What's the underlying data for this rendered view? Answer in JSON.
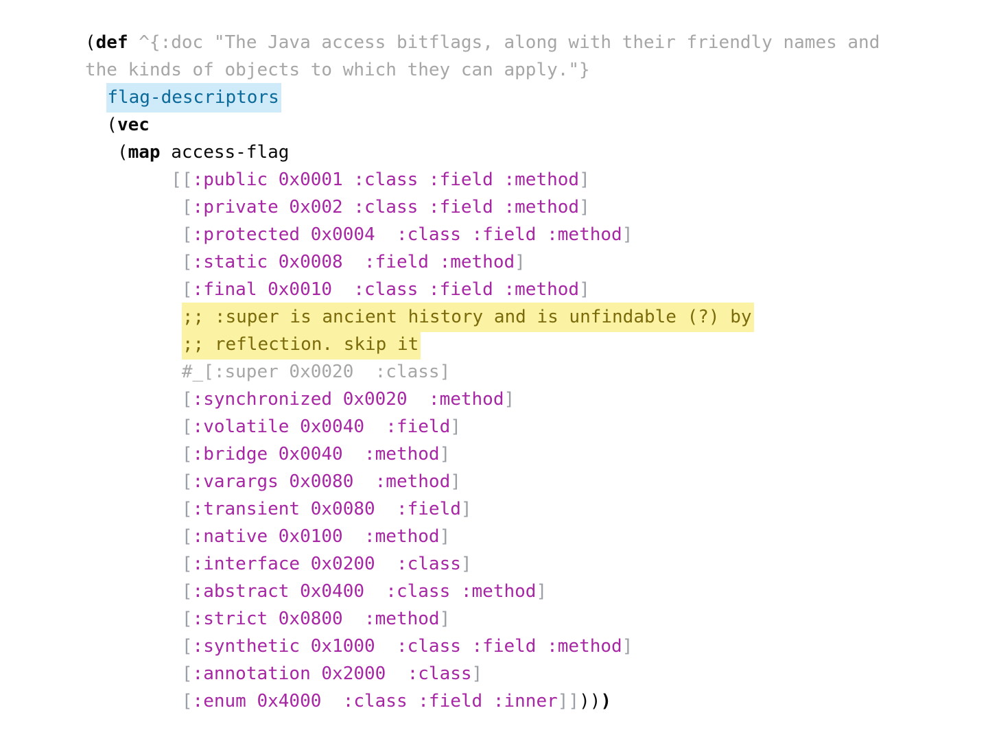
{
  "colors": {
    "page-bg": "#ffffff",
    "code-plain": "#0a0a0a",
    "code-meta": "#a6a6a6",
    "code-bracket": "#9aa0a6",
    "code-keyword": "#a626a4",
    "code-comment": "#7a6a0b",
    "comment-highlight-bg": "#fbf3a3",
    "defname-text": "#0b6a99",
    "defname-highlight-bg": "#cfeaf9"
  },
  "code": {
    "language": "clojure",
    "lines": [
      [
        {
          "t": "(",
          "s": "plain"
        },
        {
          "t": "def",
          "s": "bold"
        },
        {
          "t": " ",
          "s": "plain"
        },
        {
          "t": "^{:doc \"The Java access bitflags, along with their friendly names and",
          "s": "meta"
        }
      ],
      [
        {
          "t": "the kinds of objects to which they can apply.\"}",
          "s": "meta"
        }
      ],
      [
        {
          "t": "  ",
          "s": "plain"
        },
        {
          "t": "flag-descriptors",
          "s": "defname"
        }
      ],
      [
        {
          "t": "  (",
          "s": "plain"
        },
        {
          "t": "vec",
          "s": "bold"
        }
      ],
      [
        {
          "t": "   (",
          "s": "plain"
        },
        {
          "t": "map",
          "s": "bold"
        },
        {
          "t": " access-flag",
          "s": "plain"
        }
      ],
      [
        {
          "t": "        ",
          "s": "plain"
        },
        {
          "t": "[[",
          "s": "bracket"
        },
        {
          "t": ":public 0x0001 :class :field :method",
          "s": "keyword"
        },
        {
          "t": "]",
          "s": "bracket"
        }
      ],
      [
        {
          "t": "         ",
          "s": "plain"
        },
        {
          "t": "[",
          "s": "bracket"
        },
        {
          "t": ":private 0x002 :class :field :method",
          "s": "keyword"
        },
        {
          "t": "]",
          "s": "bracket"
        }
      ],
      [
        {
          "t": "         ",
          "s": "plain"
        },
        {
          "t": "[",
          "s": "bracket"
        },
        {
          "t": ":protected 0x0004  :class :field :method",
          "s": "keyword"
        },
        {
          "t": "]",
          "s": "bracket"
        }
      ],
      [
        {
          "t": "         ",
          "s": "plain"
        },
        {
          "t": "[",
          "s": "bracket"
        },
        {
          "t": ":static 0x0008  :field :method",
          "s": "keyword"
        },
        {
          "t": "]",
          "s": "bracket"
        }
      ],
      [
        {
          "t": "         ",
          "s": "plain"
        },
        {
          "t": "[",
          "s": "bracket"
        },
        {
          "t": ":final 0x0010  :class :field :method",
          "s": "keyword"
        },
        {
          "t": "]",
          "s": "bracket"
        }
      ],
      [
        {
          "t": "         ",
          "s": "plain"
        },
        {
          "t": ";; :super is ancient history and is unfindable (?) by",
          "s": "comment"
        }
      ],
      [
        {
          "t": "         ",
          "s": "plain"
        },
        {
          "t": ";; reflection. skip it",
          "s": "comment"
        }
      ],
      [
        {
          "t": "         ",
          "s": "plain"
        },
        {
          "t": "#_[:super 0x0020  :class]",
          "s": "discard"
        }
      ],
      [
        {
          "t": "         ",
          "s": "plain"
        },
        {
          "t": "[",
          "s": "bracket"
        },
        {
          "t": ":synchronized 0x0020  :method",
          "s": "keyword"
        },
        {
          "t": "]",
          "s": "bracket"
        }
      ],
      [
        {
          "t": "         ",
          "s": "plain"
        },
        {
          "t": "[",
          "s": "bracket"
        },
        {
          "t": ":volatile 0x0040  :field",
          "s": "keyword"
        },
        {
          "t": "]",
          "s": "bracket"
        }
      ],
      [
        {
          "t": "         ",
          "s": "plain"
        },
        {
          "t": "[",
          "s": "bracket"
        },
        {
          "t": ":bridge 0x0040  :method",
          "s": "keyword"
        },
        {
          "t": "]",
          "s": "bracket"
        }
      ],
      [
        {
          "t": "         ",
          "s": "plain"
        },
        {
          "t": "[",
          "s": "bracket"
        },
        {
          "t": ":varargs 0x0080  :method",
          "s": "keyword"
        },
        {
          "t": "]",
          "s": "bracket"
        }
      ],
      [
        {
          "t": "         ",
          "s": "plain"
        },
        {
          "t": "[",
          "s": "bracket"
        },
        {
          "t": ":transient 0x0080  :field",
          "s": "keyword"
        },
        {
          "t": "]",
          "s": "bracket"
        }
      ],
      [
        {
          "t": "         ",
          "s": "plain"
        },
        {
          "t": "[",
          "s": "bracket"
        },
        {
          "t": ":native 0x0100  :method",
          "s": "keyword"
        },
        {
          "t": "]",
          "s": "bracket"
        }
      ],
      [
        {
          "t": "         ",
          "s": "plain"
        },
        {
          "t": "[",
          "s": "bracket"
        },
        {
          "t": ":interface 0x0200  :class",
          "s": "keyword"
        },
        {
          "t": "]",
          "s": "bracket"
        }
      ],
      [
        {
          "t": "         ",
          "s": "plain"
        },
        {
          "t": "[",
          "s": "bracket"
        },
        {
          "t": ":abstract 0x0400  :class :method",
          "s": "keyword"
        },
        {
          "t": "]",
          "s": "bracket"
        }
      ],
      [
        {
          "t": "         ",
          "s": "plain"
        },
        {
          "t": "[",
          "s": "bracket"
        },
        {
          "t": ":strict 0x0800  :method",
          "s": "keyword"
        },
        {
          "t": "]",
          "s": "bracket"
        }
      ],
      [
        {
          "t": "         ",
          "s": "plain"
        },
        {
          "t": "[",
          "s": "bracket"
        },
        {
          "t": ":synthetic 0x1000  :class :field :method",
          "s": "keyword"
        },
        {
          "t": "]",
          "s": "bracket"
        }
      ],
      [
        {
          "t": "         ",
          "s": "plain"
        },
        {
          "t": "[",
          "s": "bracket"
        },
        {
          "t": ":annotation 0x2000  :class",
          "s": "keyword"
        },
        {
          "t": "]",
          "s": "bracket"
        }
      ],
      [
        {
          "t": "         ",
          "s": "plain"
        },
        {
          "t": "[",
          "s": "bracket"
        },
        {
          "t": ":enum 0x4000  :class :field :inner",
          "s": "keyword"
        },
        {
          "t": "]]",
          "s": "bracket"
        },
        {
          "t": "))",
          "s": "plain"
        },
        {
          "t": ")",
          "s": "bold"
        }
      ]
    ]
  }
}
